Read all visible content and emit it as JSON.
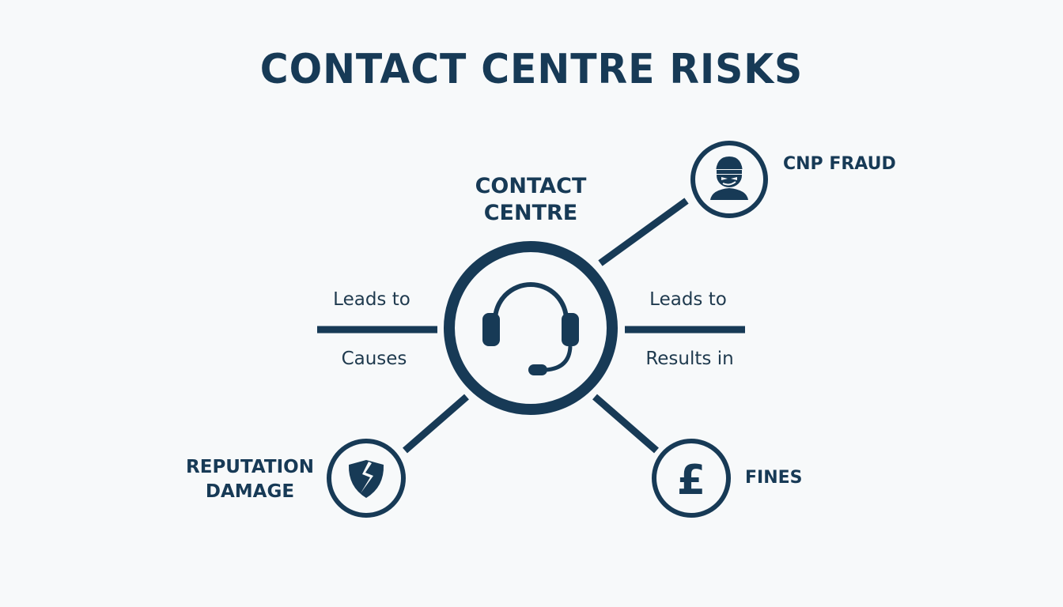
{
  "title": "CONTACT CENTRE RISKS",
  "colors": {
    "primary": "#173a56",
    "background": "#f7f9fa",
    "text": "#1f3a4e"
  },
  "center": {
    "label_line1": "CONTACT",
    "label_line2": "CENTRE",
    "icon": "headset-icon"
  },
  "nodes": [
    {
      "id": "cnp-fraud",
      "label": "CNP FRAUD",
      "icon": "fraudster-icon"
    },
    {
      "id": "reputation-damage",
      "label_line1": "REPUTATION",
      "label_line2": "DAMAGE",
      "icon": "broken-shield-icon"
    },
    {
      "id": "fines",
      "label": "FINES",
      "icon": "pound-sign-icon"
    }
  ],
  "edges": {
    "left_top": "Leads to",
    "left_bottom": "Causes",
    "right_top": "Leads to",
    "right_bottom": "Results in"
  }
}
